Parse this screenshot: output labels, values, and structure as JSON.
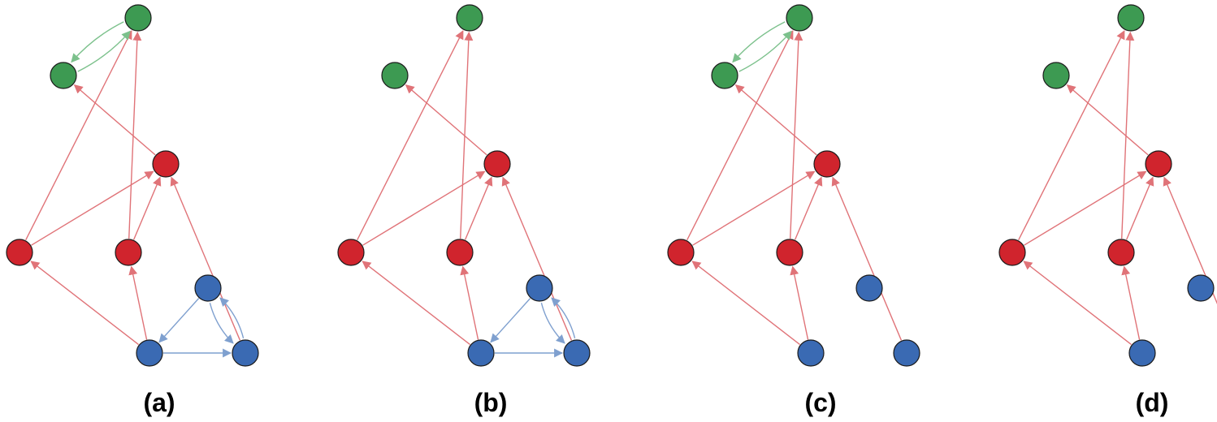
{
  "colors": {
    "green_node": "#3d9a52",
    "red_node": "#d0242d",
    "blue_node": "#3a6ab3",
    "node_outline": "#1a1a1a",
    "red_edge": "#e07378",
    "green_edge": "#7cc18c",
    "blue_edge": "#7fa0cf"
  },
  "panels": [
    {
      "label": "(a)",
      "blue_edges": true,
      "green_edges": true
    },
    {
      "label": "(b)",
      "blue_edges": true,
      "green_edges": false
    },
    {
      "label": "(c)",
      "blue_edges": false,
      "green_edges": true
    },
    {
      "label": "(d)",
      "blue_edges": false,
      "green_edges": false
    }
  ],
  "nodes": [
    {
      "id": "g1",
      "group": "green"
    },
    {
      "id": "g2",
      "group": "green"
    },
    {
      "id": "r1",
      "group": "red"
    },
    {
      "id": "r2",
      "group": "red"
    },
    {
      "id": "r3",
      "group": "red"
    },
    {
      "id": "b1",
      "group": "blue"
    },
    {
      "id": "b2",
      "group": "blue"
    },
    {
      "id": "b3",
      "group": "blue"
    }
  ],
  "red_edges": [
    {
      "from": "r2",
      "to": "g1"
    },
    {
      "from": "r3",
      "to": "g1"
    },
    {
      "from": "r1",
      "to": "g2"
    },
    {
      "from": "r2",
      "to": "r1"
    },
    {
      "from": "r3",
      "to": "r1"
    },
    {
      "from": "b3",
      "to": "r1"
    },
    {
      "from": "b1",
      "to": "r2"
    },
    {
      "from": "b1",
      "to": "r3"
    }
  ],
  "green_edges": [
    {
      "from": "g1",
      "to": "g2",
      "bend": 1
    },
    {
      "from": "g2",
      "to": "g1",
      "bend": 1
    }
  ],
  "blue_edges": [
    {
      "from": "b1",
      "to": "b3",
      "bend": 0
    },
    {
      "from": "b2",
      "to": "b1",
      "bend": 0
    },
    {
      "from": "b3",
      "to": "b2",
      "bend": 1
    },
    {
      "from": "b2",
      "to": "b3",
      "bend": 1
    }
  ]
}
